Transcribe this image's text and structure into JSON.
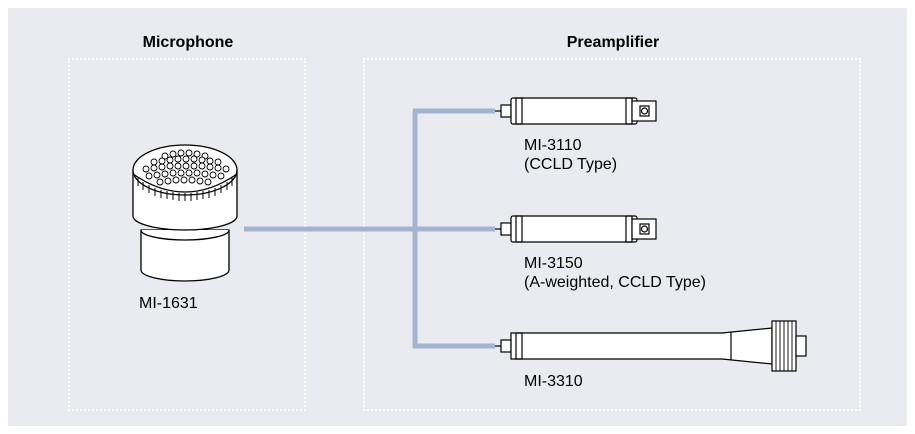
{
  "groups": {
    "microphone": {
      "title": "Microphone"
    },
    "preamplifier": {
      "title": "Preamplifier"
    }
  },
  "microphone": {
    "model": "MI-1631"
  },
  "preamplifiers": [
    {
      "model": "MI-3110",
      "note": "(CCLD Type)"
    },
    {
      "model": "MI-3150",
      "note": "(A-weighted, CCLD Type)"
    },
    {
      "model": "MI-3310",
      "note": ""
    }
  ],
  "colors": {
    "background": "#e9ebf1",
    "connector": "#a4b4cf",
    "device_fill": "#ffffff",
    "device_stroke": "#000000"
  }
}
